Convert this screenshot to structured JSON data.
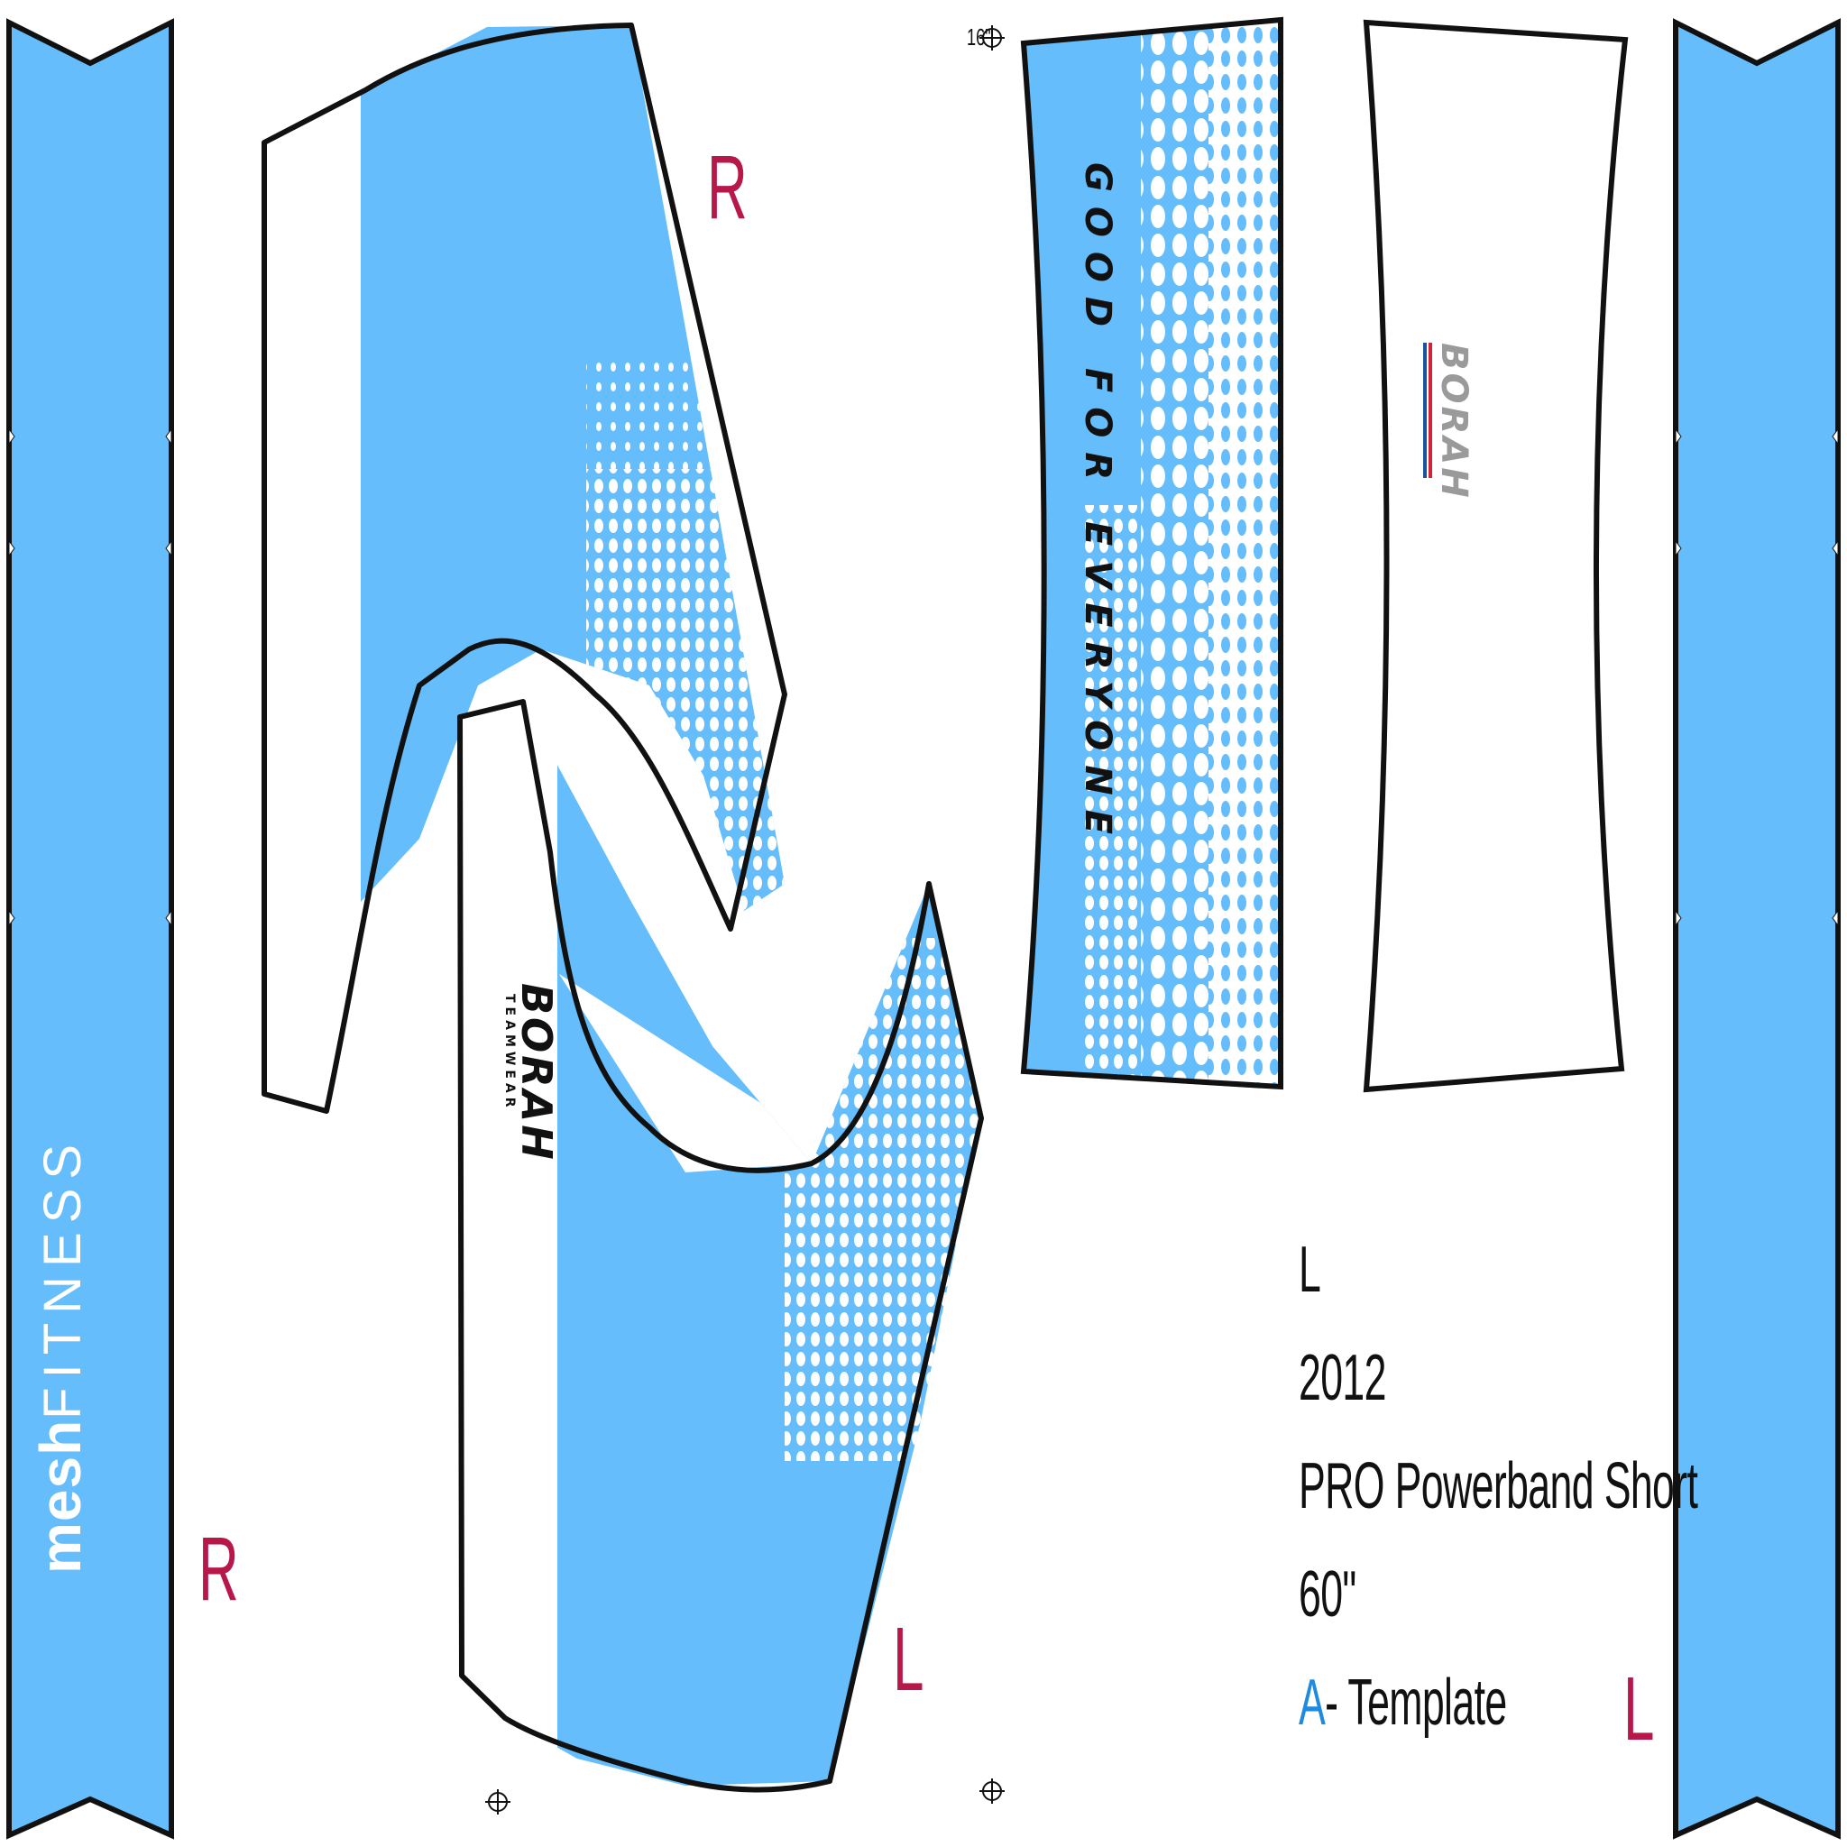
{
  "colors": {
    "panel": "#66bdfc",
    "outline": "#111111",
    "side_letter": "#b8174a",
    "accent": "#1e8be0",
    "dots": "#ffffff"
  },
  "side_labels": {
    "front_right": "R",
    "strip_left": "R",
    "front_left": "L",
    "strip_right": "L"
  },
  "size_marker": "16\"",
  "waistband_slogan": "GOOD FOR EVERYONE",
  "brand_strip_logo": {
    "word_bold": "mesh",
    "word_light": "FITNESS"
  },
  "borah_logo": {
    "wordmark": "BORAH",
    "tagline": "TEAMWEAR"
  },
  "spec_block": {
    "size": "L",
    "year": "2012",
    "product": "PRO Powerband Short",
    "width": "60\"",
    "template_letter": "A",
    "template_suffix": "- Template"
  }
}
